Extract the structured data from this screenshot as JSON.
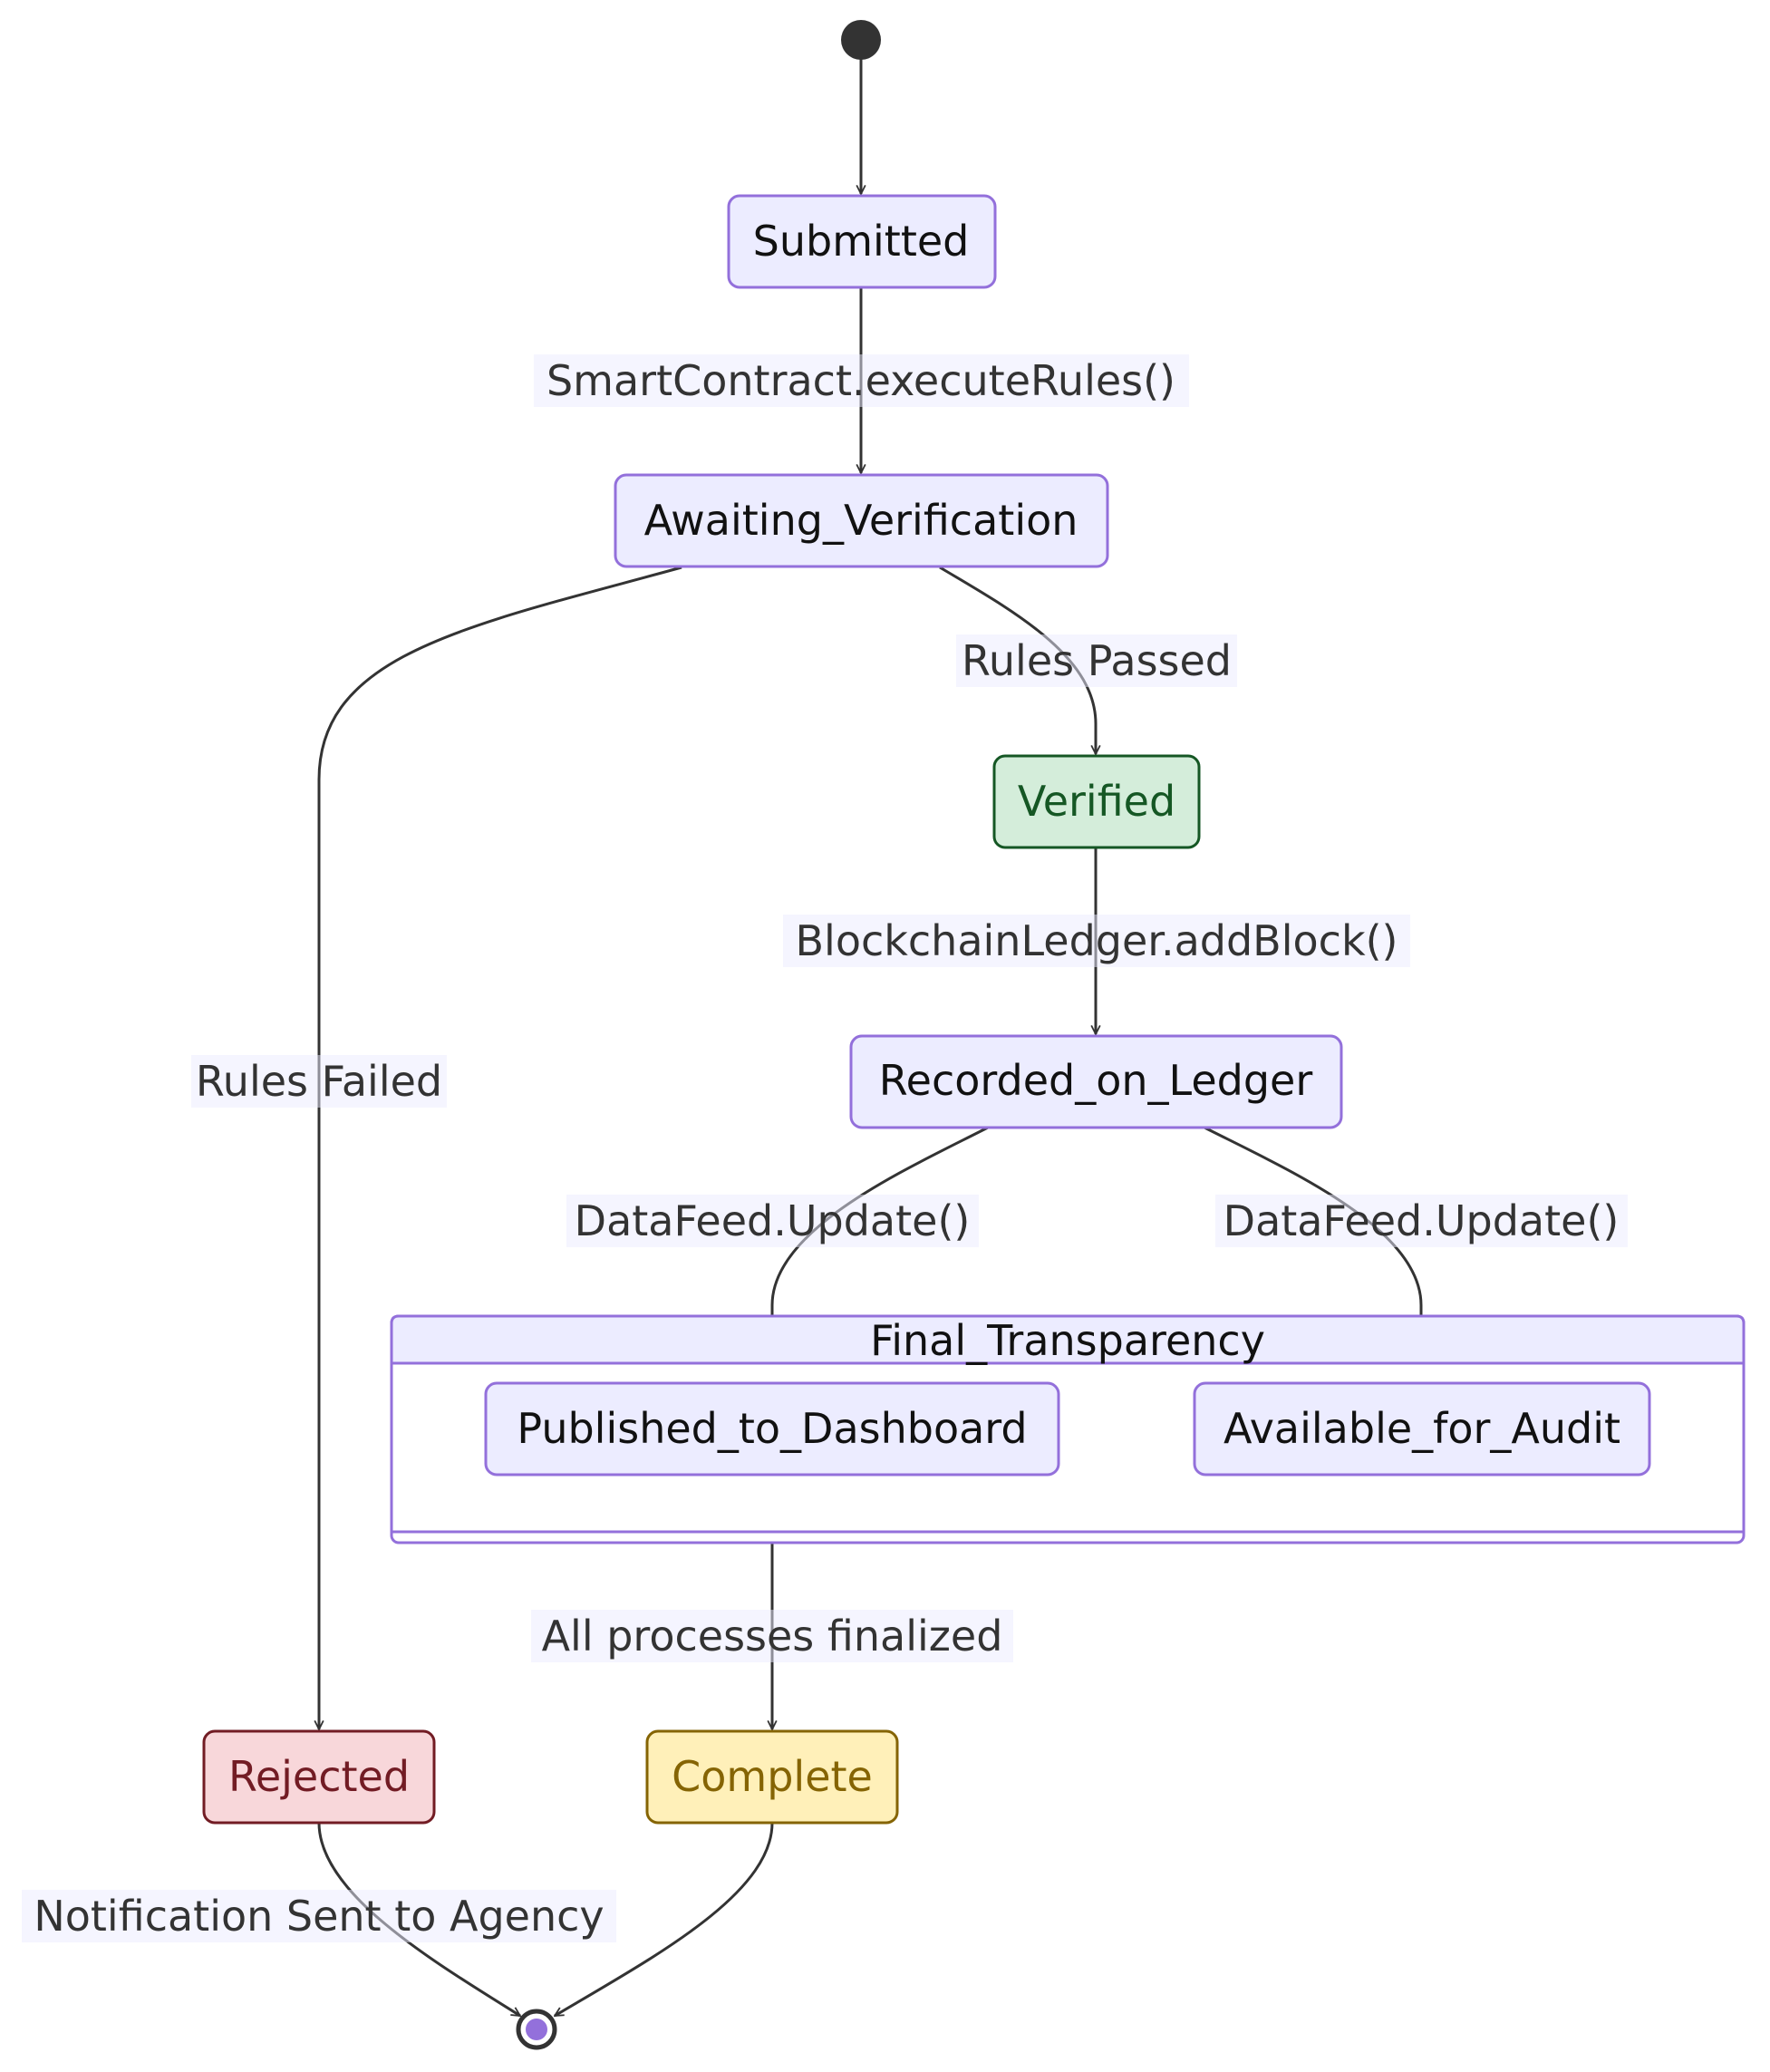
{
  "diagram": {
    "states": {
      "submitted": "Submitted",
      "awaiting_verification": "Awaiting_Verification",
      "verified": "Verified",
      "recorded_on_ledger": "Recorded_on_Ledger",
      "final_transparency": "Final_Transparency",
      "published_to_dashboard": "Published_to_Dashboard",
      "available_for_audit": "Available_for_Audit",
      "rejected": "Rejected",
      "complete": "Complete"
    },
    "transitions": {
      "submitted_to_awaiting": "SmartContract.executeRules()",
      "awaiting_to_verified": "Rules Passed",
      "awaiting_to_rejected": "Rules Failed",
      "verified_to_recorded": "BlockchainLedger.addBlock()",
      "recorded_to_published": "DataFeed.Update()",
      "recorded_to_audit": "DataFeed.Update()",
      "final_to_complete": "All processes finalized",
      "rejected_to_end": "Notification Sent to Agency"
    },
    "colors": {
      "default_fill": "#ECECFF",
      "default_stroke": "#9370DB",
      "verified_fill": "#D4EDDA",
      "verified_stroke": "#155724",
      "rejected_fill": "#F8D7DA",
      "rejected_stroke": "#721C24",
      "complete_fill": "#FFF0B9",
      "complete_stroke": "#856404",
      "edge": "#333333"
    }
  }
}
